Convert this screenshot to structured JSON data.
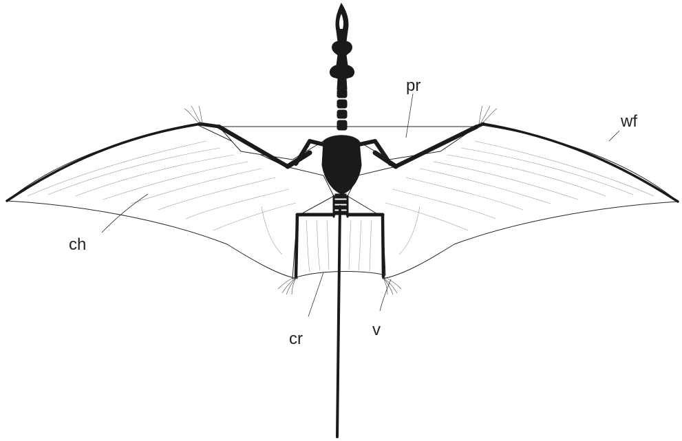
{
  "figure": {
    "labels": {
      "pr": "pr",
      "wf": "wf",
      "ch": "ch",
      "cr": "cr",
      "v": "v"
    }
  }
}
